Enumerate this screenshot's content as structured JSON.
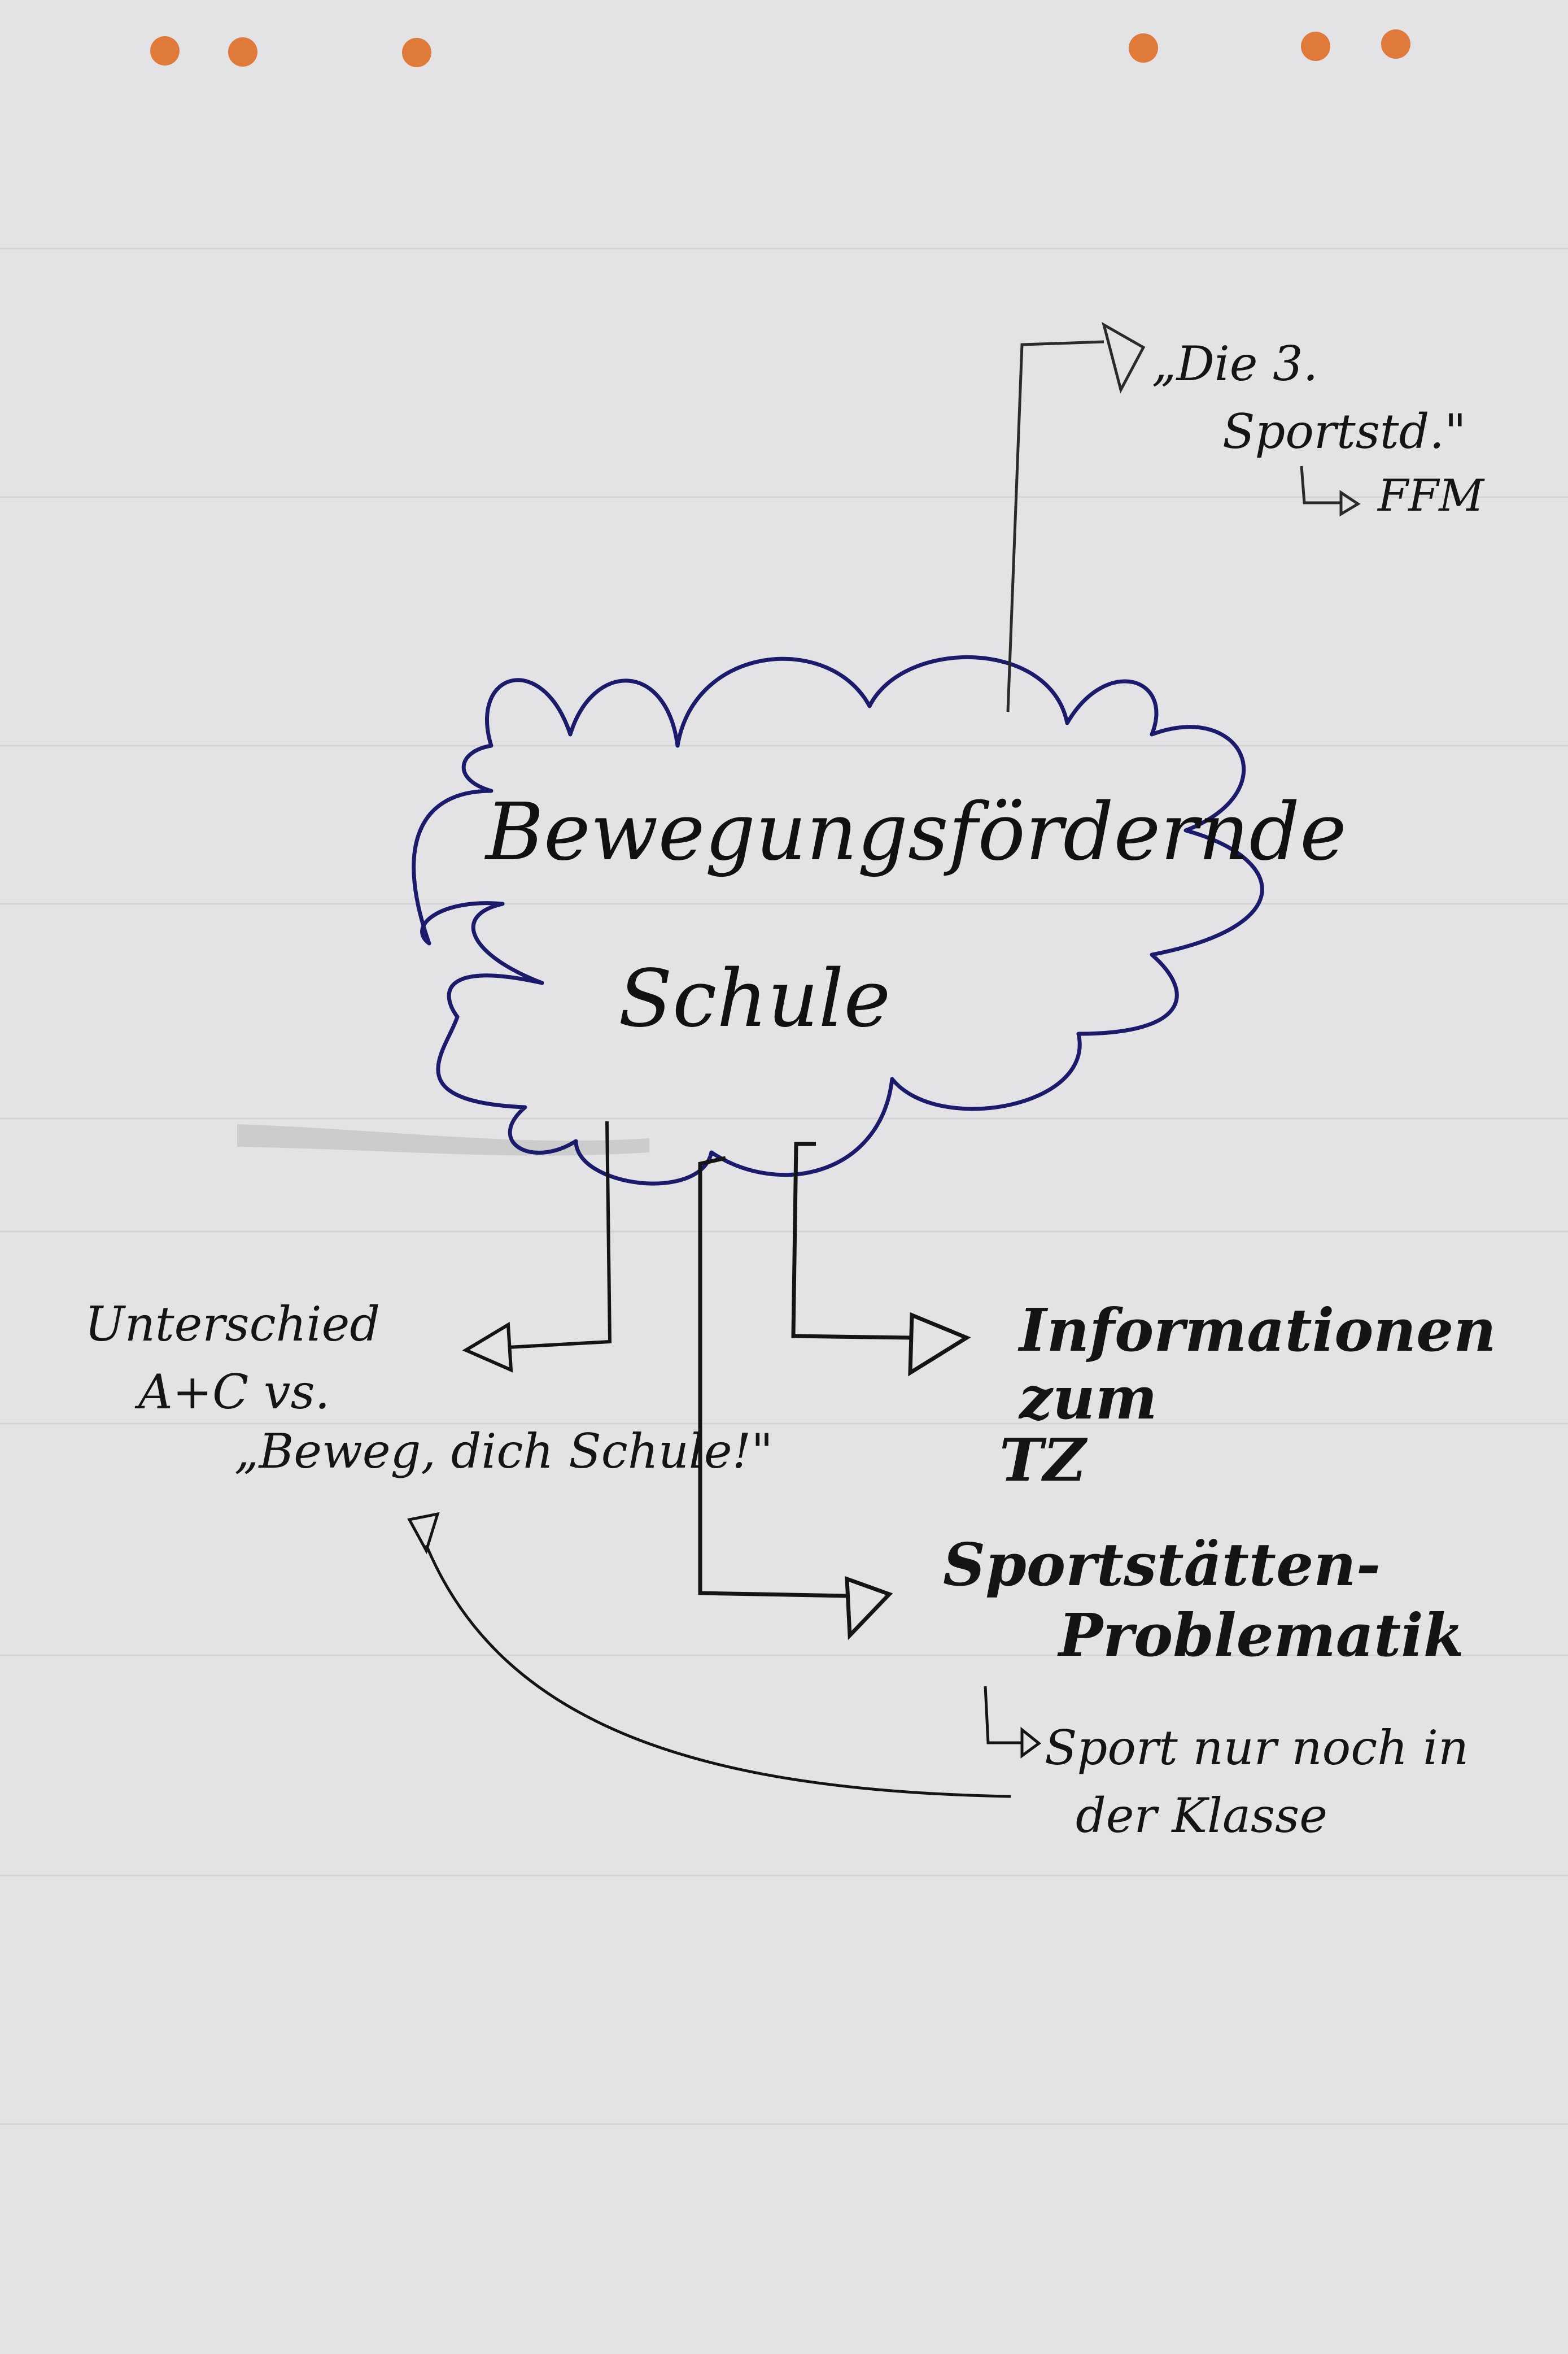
{
  "colors": {
    "paper": "#e3e3e5",
    "ink": "#141414",
    "cloud_ink": "#1b1a6b",
    "punch_holes": "#e07a3a"
  },
  "center": {
    "line1": "Bewegungsfördernde",
    "line2": "Schule"
  },
  "top_note": {
    "line1": "„Die 3.",
    "line2": "Sportstd.\"",
    "sub": "FFM"
  },
  "left_note": {
    "line1": "Unterschied",
    "line2": "A+C vs.",
    "line3": "„Beweg, dich Schule!\""
  },
  "right_note": {
    "line1": "Informationen",
    "line2": "zum",
    "line3": "TZ"
  },
  "bottom_note": {
    "line1": "Sportstätten-",
    "line2": "Problematik",
    "sub1": "Sport nur noch in",
    "sub2": "der Klasse"
  }
}
